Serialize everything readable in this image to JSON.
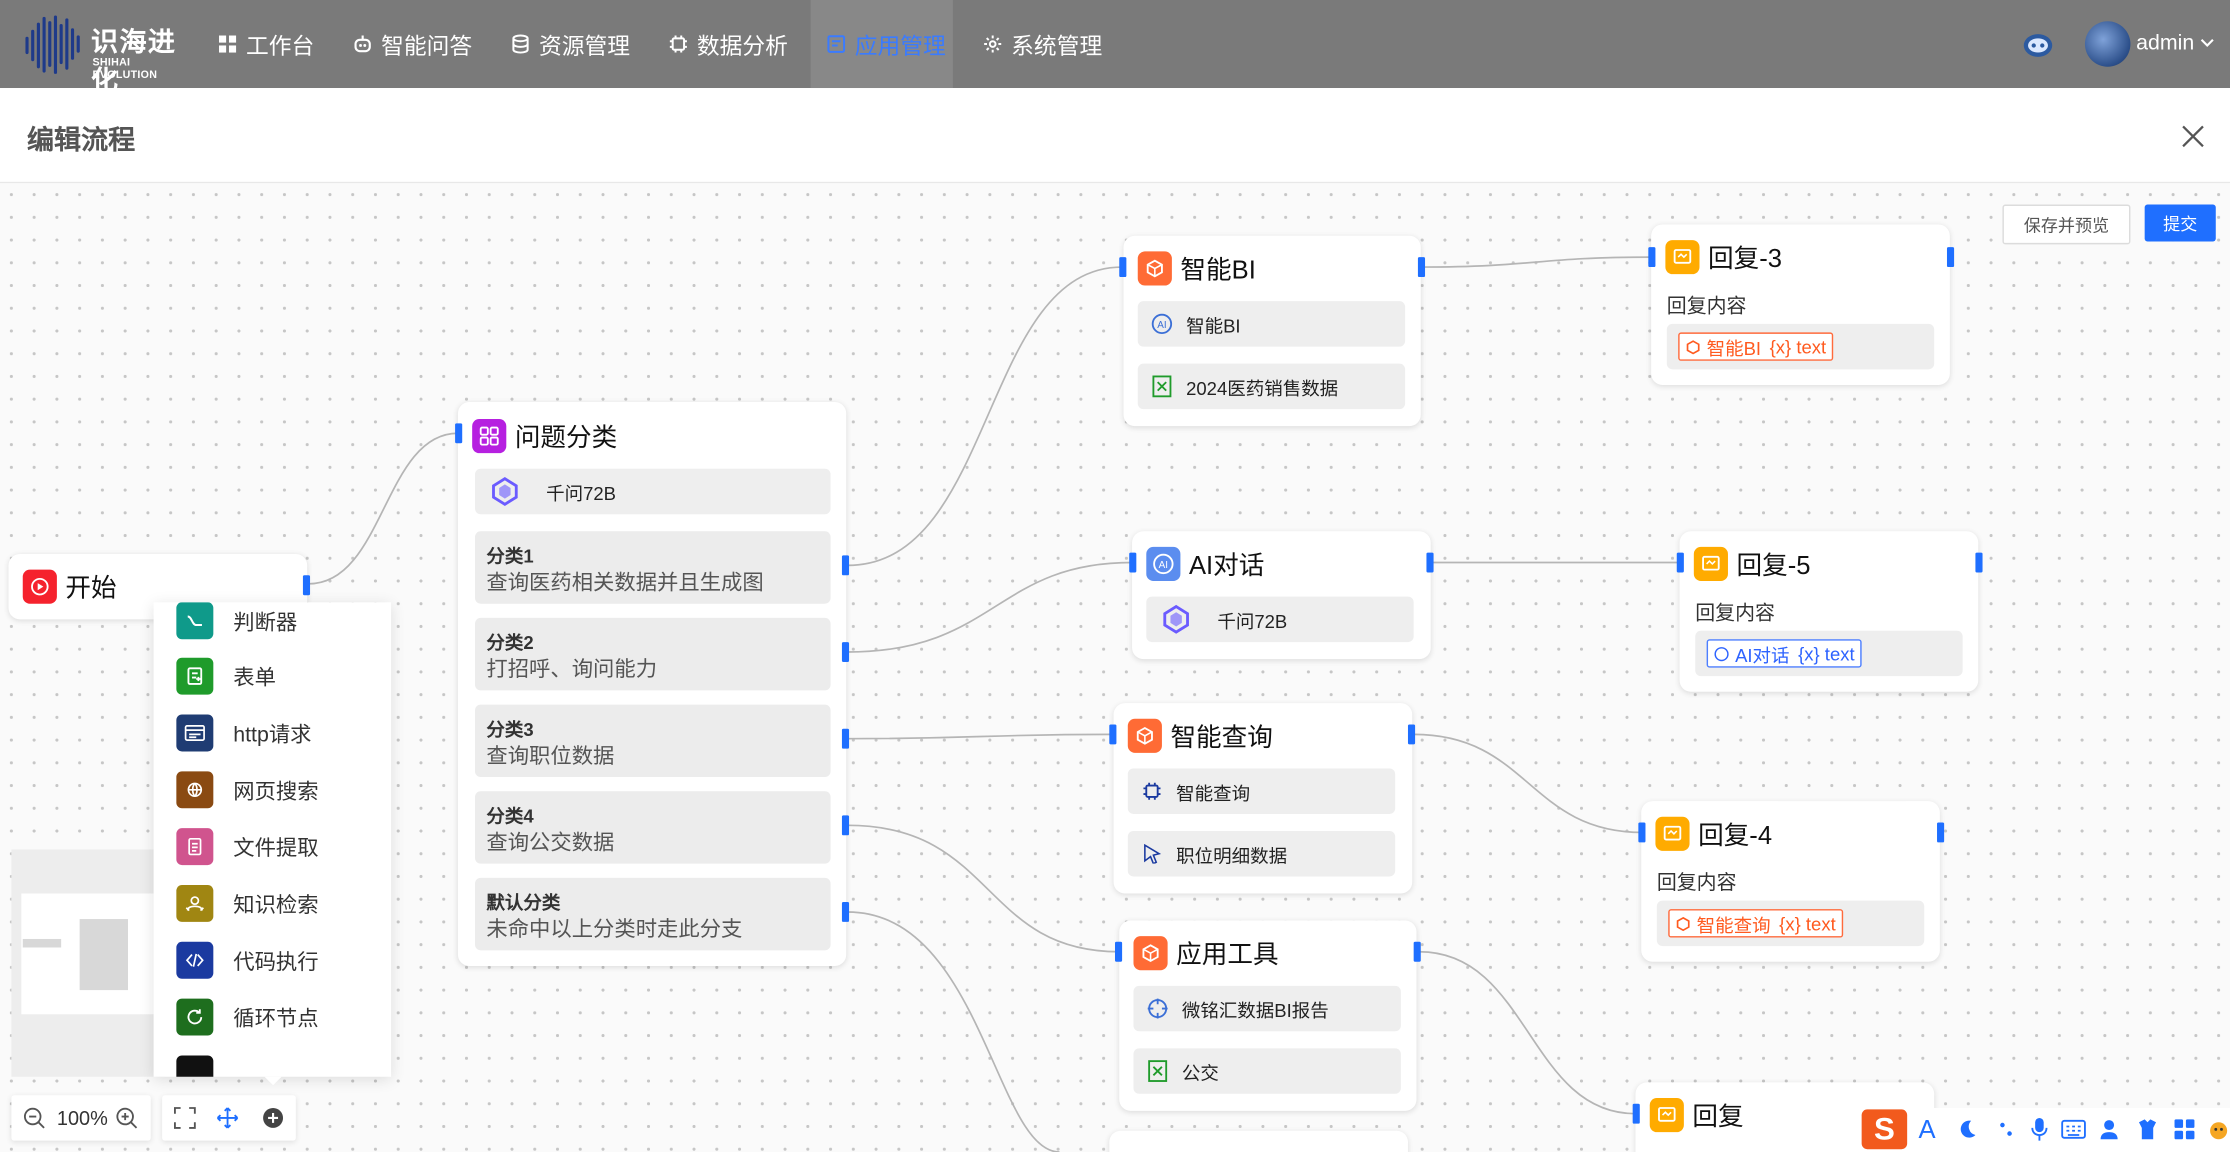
{
  "app": {
    "logo_text": "识海进化",
    "logo_sub": "SHIHAI EVOLUTION",
    "username": "admin"
  },
  "nav": {
    "items": [
      {
        "label": "工作台",
        "icon": "grid-icon"
      },
      {
        "label": "智能问答",
        "icon": "robot-icon"
      },
      {
        "label": "资源管理",
        "icon": "database-icon"
      },
      {
        "label": "数据分析",
        "icon": "chip-icon"
      },
      {
        "label": "应用管理",
        "icon": "app-icon",
        "active": true
      },
      {
        "label": "系统管理",
        "icon": "gear-icon"
      }
    ]
  },
  "editor": {
    "title": "编辑流程",
    "save_preview_label": "保存并预览",
    "submit_label": "提交",
    "zoom_level": "100%"
  },
  "colors": {
    "accent": "#1f6fff",
    "nav_bg": "#7a7a7a",
    "orange_node": "#ff6b35",
    "reply_node": "#ffab00",
    "start_node": "#f5222d",
    "classify_node": "#b620e0"
  },
  "nodes": {
    "start": {
      "title": "开始"
    },
    "classify": {
      "title": "问题分类",
      "model": "千问72B",
      "categories": [
        {
          "name": "分类1",
          "desc": "查询医药相关数据并且生成图"
        },
        {
          "name": "分类2",
          "desc": "打招呼、询问能力"
        },
        {
          "name": "分类3",
          "desc": "查询职位数据"
        },
        {
          "name": "分类4",
          "desc": "查询公交数据"
        },
        {
          "name": "默认分类",
          "desc": "未命中以上分类时走此分支"
        }
      ]
    },
    "bi": {
      "title": "智能BI",
      "row1": "智能BI",
      "row2": "2024医药销售数据"
    },
    "ai_chat": {
      "title": "AI对话",
      "model": "千问72B"
    },
    "smart_query": {
      "title": "智能查询",
      "row1": "智能查询",
      "row2": "职位明细数据"
    },
    "app_tool": {
      "title": "应用工具",
      "row1": "微铭汇数据BI报告",
      "row2": "公交"
    },
    "reply3": {
      "title": "回复-3",
      "label": "回复内容",
      "ref": "智能BI",
      "var": "{x} text"
    },
    "reply5": {
      "title": "回复-5",
      "label": "回复内容",
      "ref": "AI对话",
      "var": "{x} text"
    },
    "reply4": {
      "title": "回复-4",
      "label": "回复内容",
      "ref": "智能查询",
      "var": "{x} text"
    },
    "reply": {
      "title": "回复"
    }
  },
  "panel": {
    "items": [
      {
        "label": "判断器",
        "color": "#0f9a8a",
        "icon": "branch-icon"
      },
      {
        "label": "表单",
        "color": "#1f9b2b",
        "icon": "form-icon"
      },
      {
        "label": "http请求",
        "color": "#1f3c73",
        "icon": "http-icon"
      },
      {
        "label": "网页搜索",
        "color": "#8a4a12",
        "icon": "globe-icon"
      },
      {
        "label": "文件提取",
        "color": "#d0548e",
        "icon": "file-icon"
      },
      {
        "label": "知识检索",
        "color": "#a08612",
        "icon": "knowledge-icon"
      },
      {
        "label": "代码执行",
        "color": "#1b3aa0",
        "icon": "code-icon"
      },
      {
        "label": "循环节点",
        "color": "#1e6e1e",
        "icon": "loop-icon"
      }
    ]
  }
}
